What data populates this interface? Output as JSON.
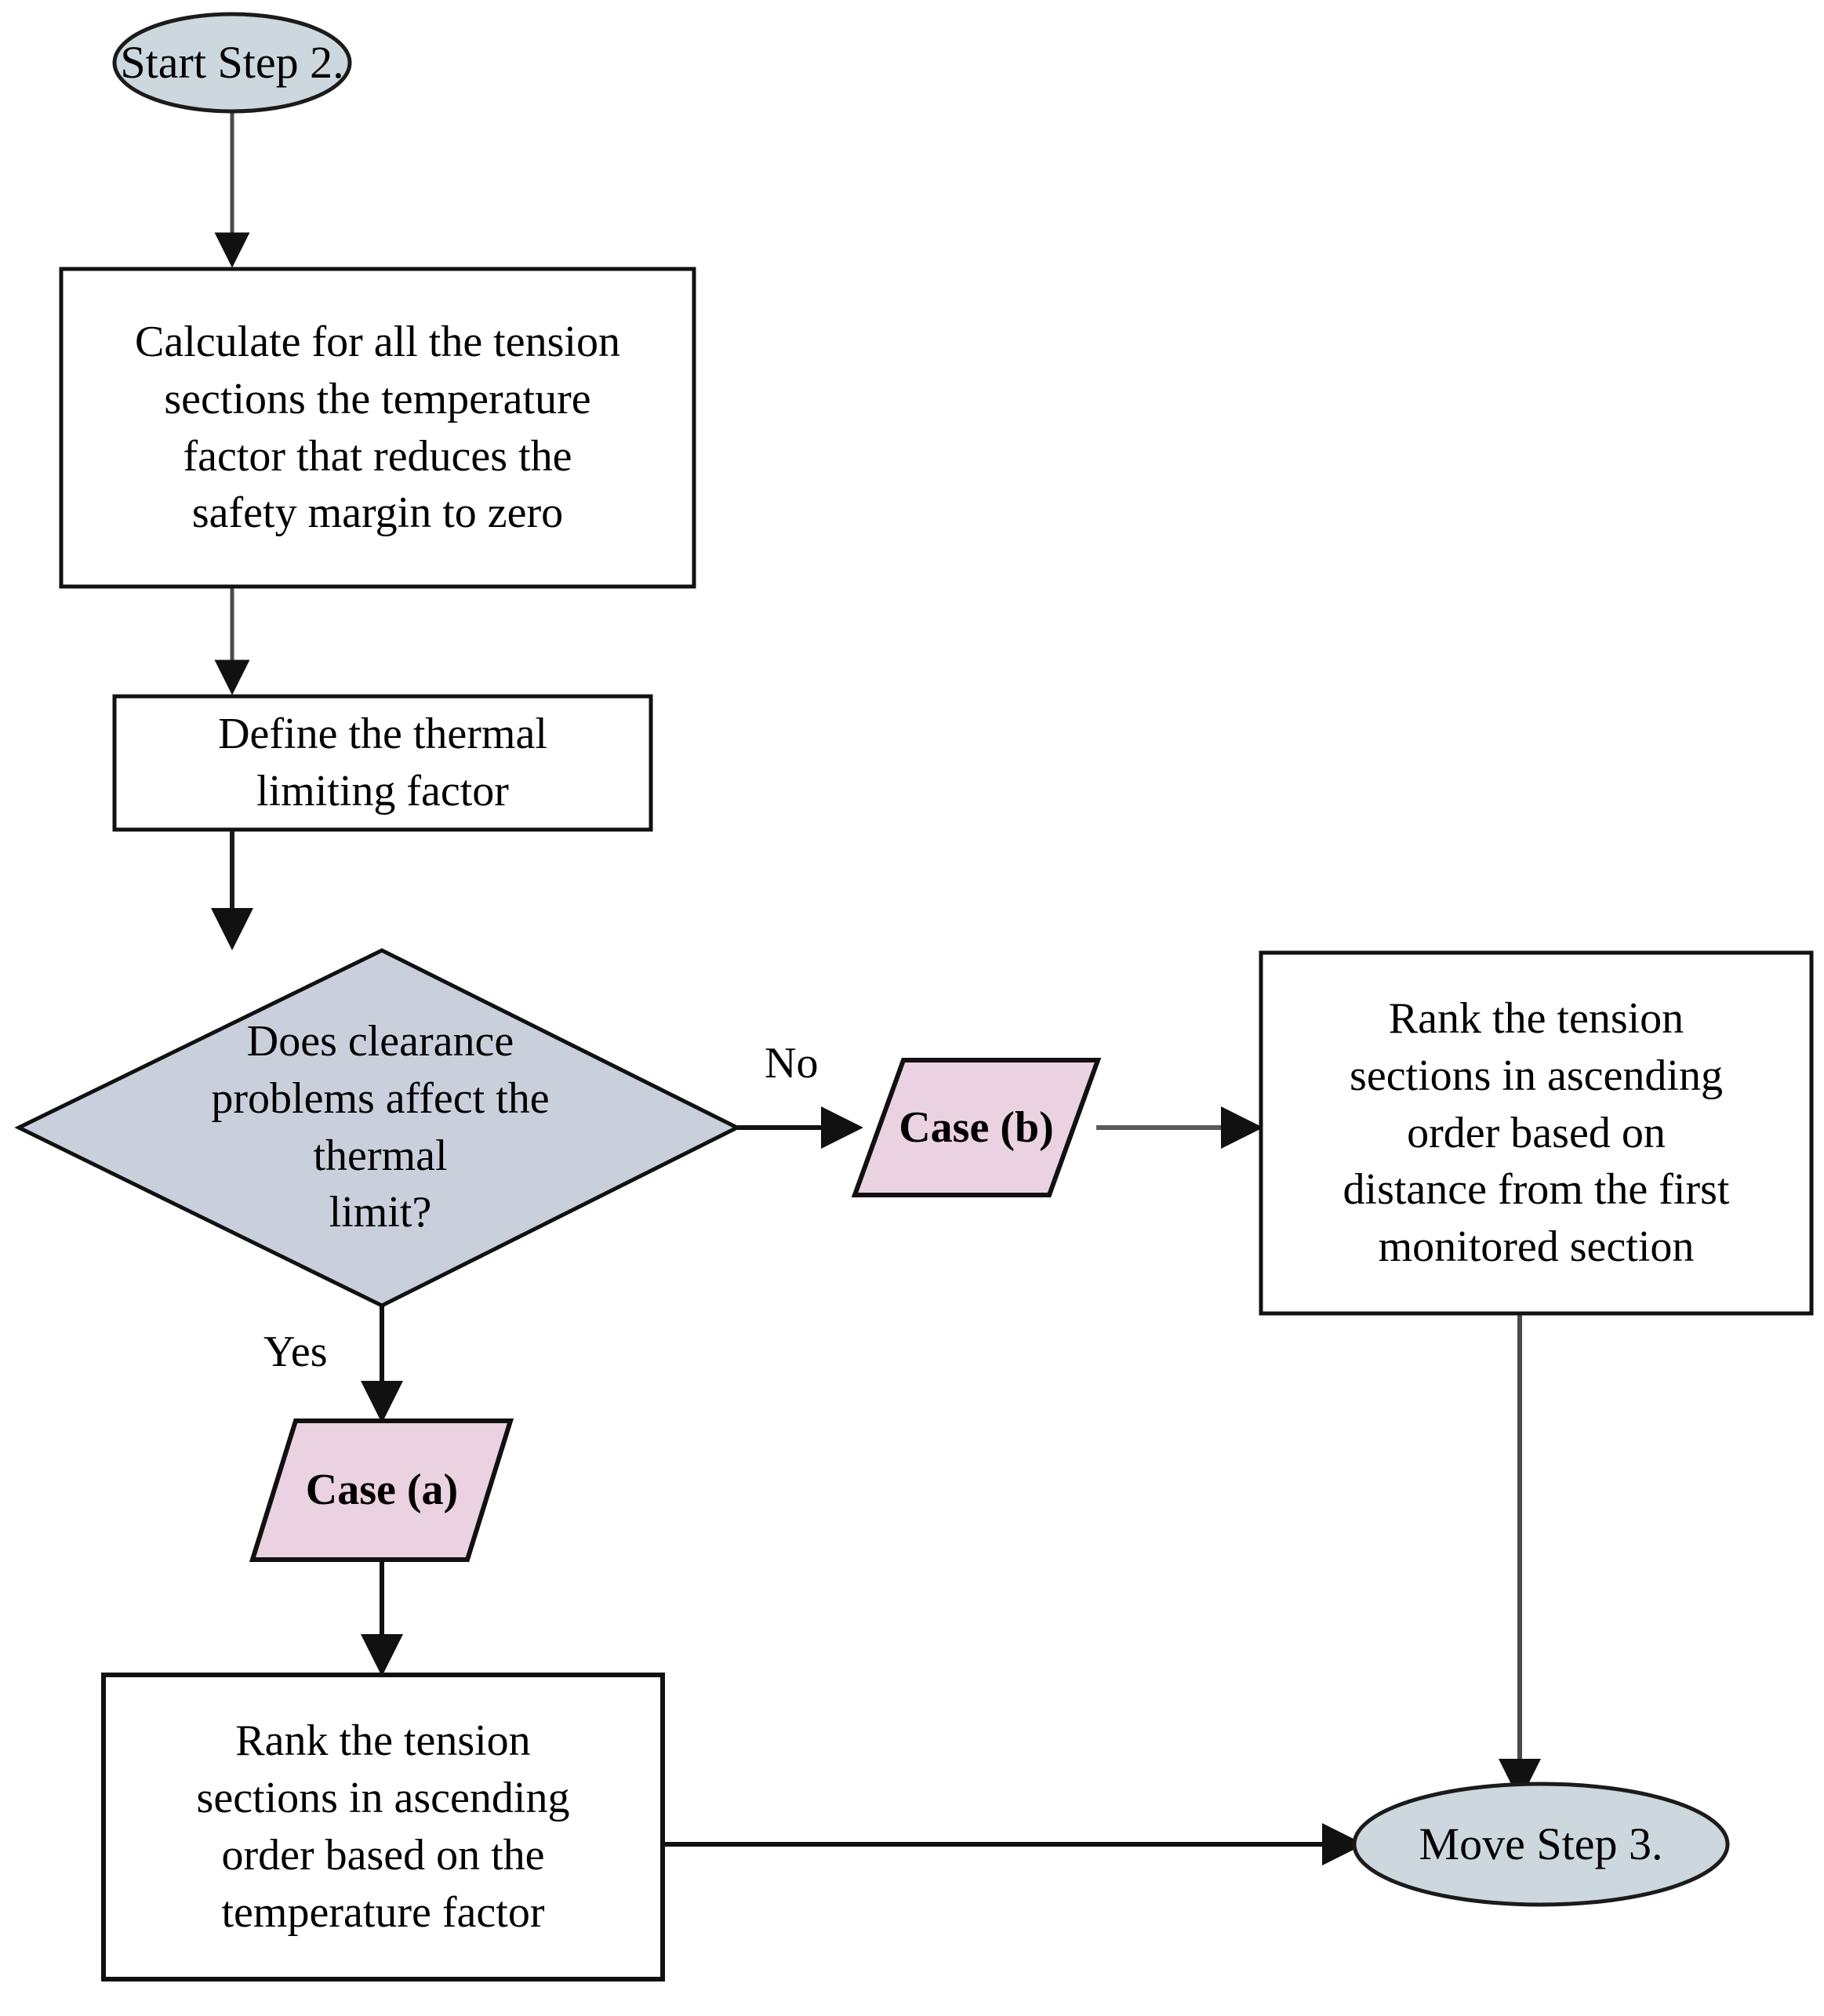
{
  "diagram": {
    "title": "Step 2 ranking procedure flowchart",
    "background_color": "#ffffff",
    "palette": {
      "terminator_fill": "#ccd8dd",
      "decision_fill": "#c9d0dc",
      "io_fill": "#ead2e1",
      "stroke": "#000000",
      "text": "#000000"
    }
  },
  "nodes": {
    "start": {
      "shape": "ellipse",
      "label": "Start Step 2."
    },
    "calculate_factor": {
      "shape": "process",
      "label": "Calculate for all the tension\nsections the temperature\nfactor that reduces the\nsafety margin to zero"
    },
    "define_limiting": {
      "shape": "process",
      "label": "Define the thermal\nlimiting factor"
    },
    "decision_clearance": {
      "shape": "decision",
      "label": "Does clearance\nproblems affect the\nthermal\nlimit?"
    },
    "case_a": {
      "shape": "parallelogram",
      "label": "Case (a)"
    },
    "case_b": {
      "shape": "parallelogram",
      "label": "Case (b)"
    },
    "rank_distance": {
      "shape": "process",
      "label": "Rank the tension\nsections in ascending\norder based on\ndistance from the first\nmonitored section"
    },
    "rank_temperature": {
      "shape": "process",
      "label": "Rank the tension\nsections in ascending\norder based on the\ntemperature factor"
    },
    "end": {
      "shape": "ellipse",
      "label": "Move Step 3."
    }
  },
  "edge_labels": {
    "no": "No",
    "yes": "Yes"
  }
}
